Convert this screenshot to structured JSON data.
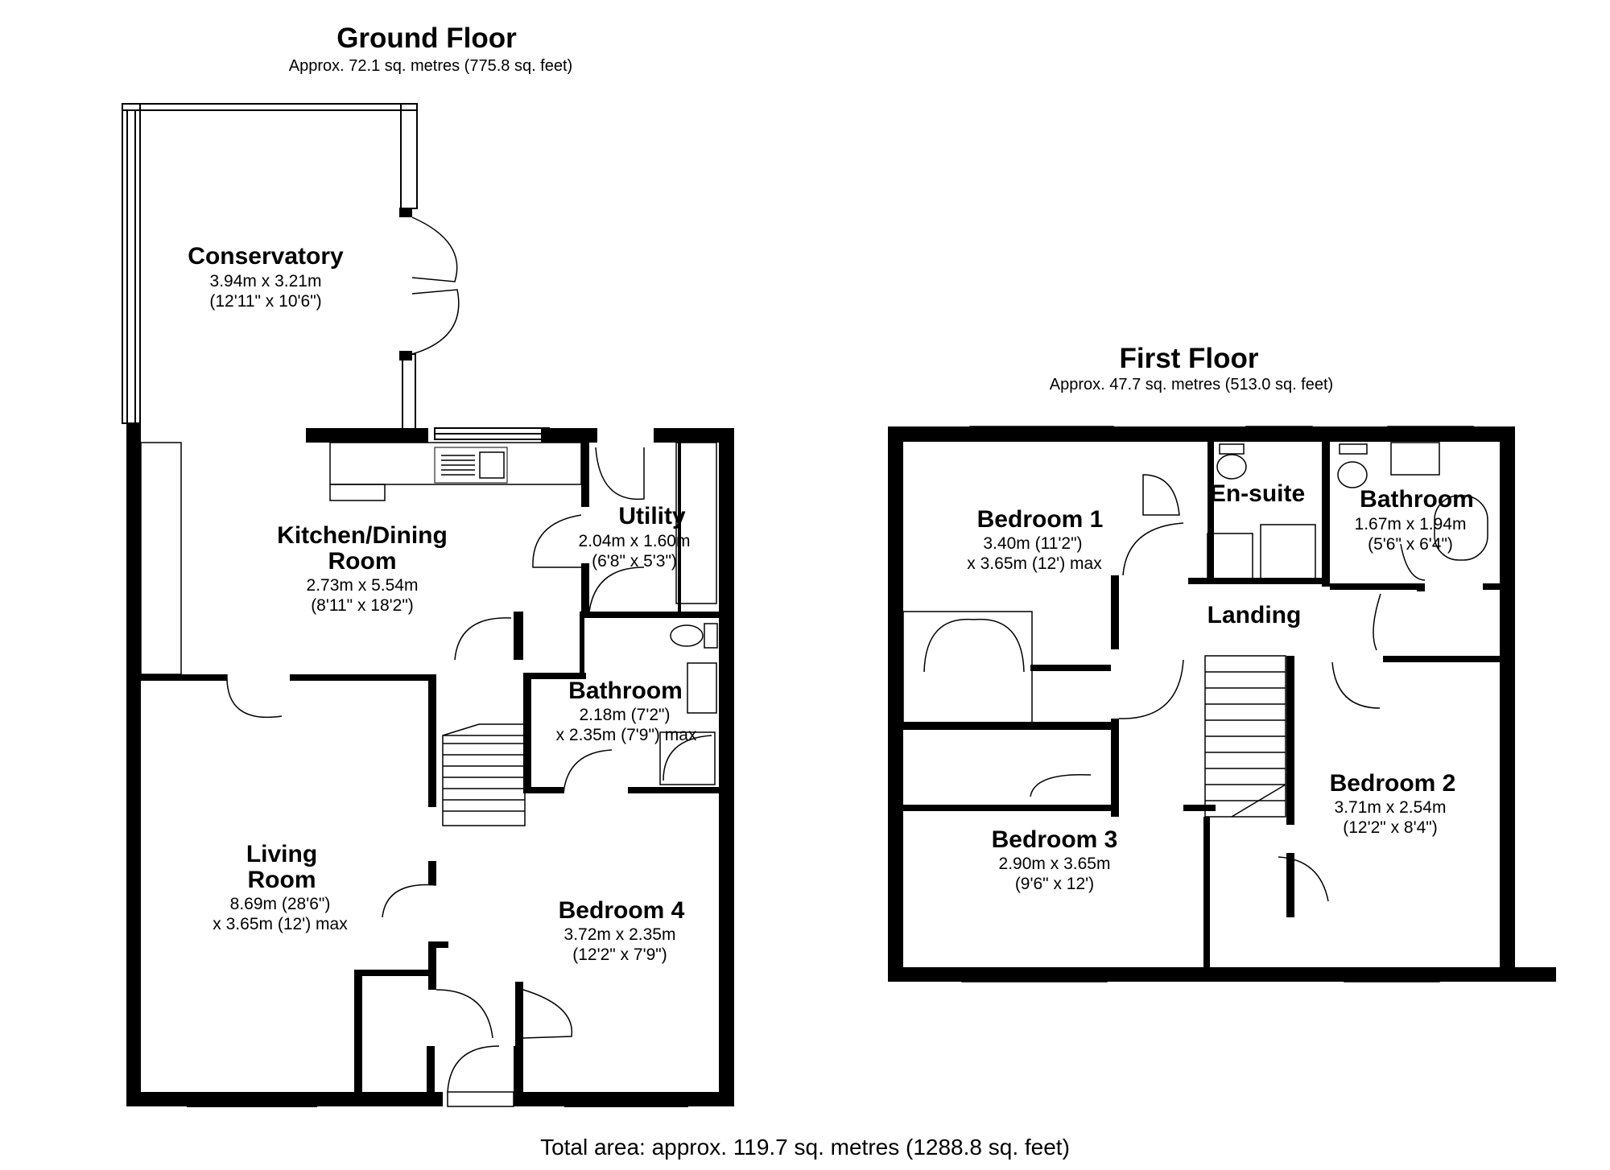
{
  "ground_floor": {
    "title": "Ground Floor",
    "area": "Approx. 72.1 sq. metres (775.8 sq. feet)",
    "rooms": {
      "conservatory": {
        "name": "Conservatory",
        "dims": [
          "3.94m x 3.21m",
          "(12'11\" x 10'6\")"
        ]
      },
      "kitchen": {
        "name": [
          "Kitchen/Dining",
          "Room"
        ],
        "dims": [
          "2.73m x 5.54m",
          "(8'11\" x 18'2\")"
        ]
      },
      "utility": {
        "name": "Utility",
        "dims": [
          "2.04m x 1.60m",
          "(6'8\" x 5'3\")"
        ]
      },
      "bathroom": {
        "name": "Bathroom",
        "dims": [
          "2.18m (7'2\")",
          "x 2.35m (7'9\") max"
        ]
      },
      "living": {
        "name": [
          "Living",
          "Room"
        ],
        "dims": [
          "8.69m (28'6\")",
          "x 3.65m (12') max"
        ]
      },
      "bedroom4": {
        "name": "Bedroom 4",
        "dims": [
          "3.72m x 2.35m",
          "(12'2\" x 7'9\")"
        ]
      }
    }
  },
  "first_floor": {
    "title": "First Floor",
    "area": "Approx. 47.7 sq. metres (513.0 sq. feet)",
    "rooms": {
      "bedroom1": {
        "name": "Bedroom 1",
        "dims": [
          "3.40m (11'2\")",
          "x 3.65m (12') max"
        ]
      },
      "ensuite": {
        "name": "En-suite"
      },
      "bathroom": {
        "name": "Bathroom",
        "dims": [
          "1.67m x 1.94m",
          "(5'6\" x 6'4\")"
        ]
      },
      "landing": {
        "name": "Landing"
      },
      "bedroom3": {
        "name": "Bedroom 3",
        "dims": [
          "2.90m x 3.65m",
          "(9'6\" x 12')"
        ]
      },
      "bedroom2": {
        "name": "Bedroom 2",
        "dims": [
          "3.71m x 2.54m",
          "(12'2\" x 8'4\")"
        ]
      }
    }
  },
  "total_area": "Total area: approx. 119.7 sq. metres (1288.8 sq. feet)",
  "colors": {
    "wall": "#000000",
    "background": "#ffffff",
    "fixture": "#777777"
  }
}
